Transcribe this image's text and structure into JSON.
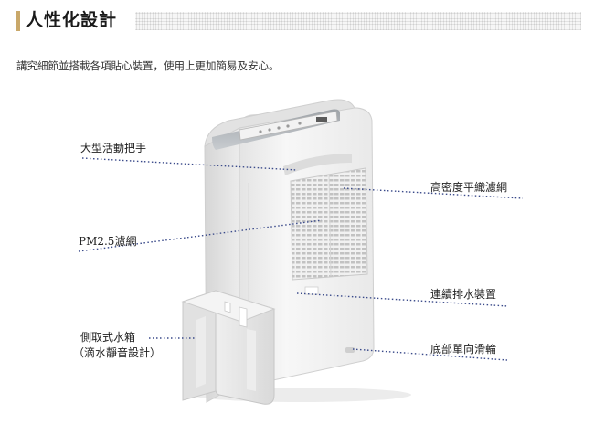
{
  "section": {
    "title": "人性化設計",
    "intro": "講究細節並搭載各項貼心裝置，使用上更加簡易及安心。"
  },
  "callouts": {
    "handle": "大型活動把手",
    "pm25": "PM2.5濾網",
    "tank_line1": "側取式水箱",
    "tank_line2": "（滴水靜音設計）",
    "filter": "高密度平織濾網",
    "drain": "連續排水裝置",
    "wheels": "底部單向滑輪"
  },
  "colors": {
    "accent": "#c9a86a",
    "leader_line": "#3a4a8a"
  }
}
